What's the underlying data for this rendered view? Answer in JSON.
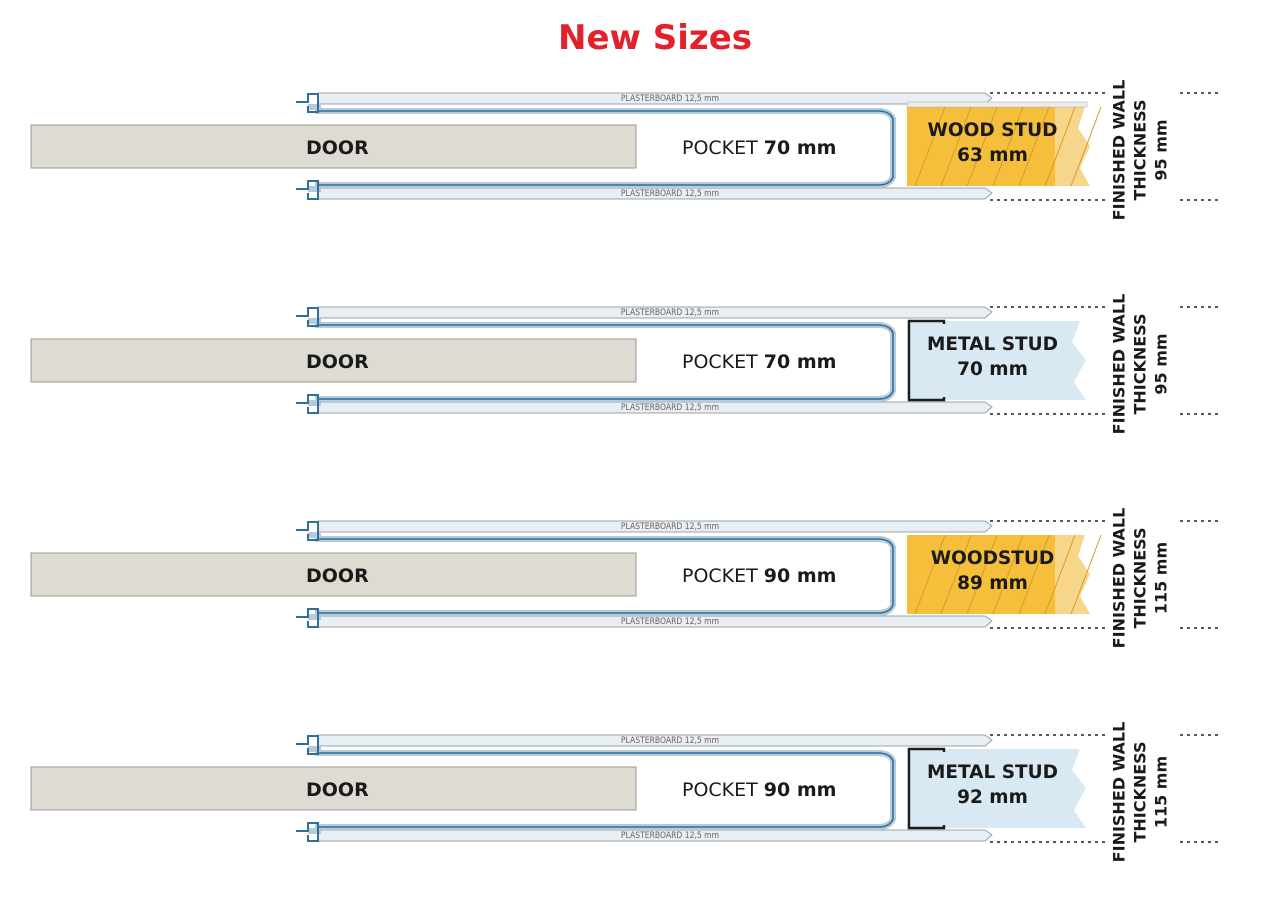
{
  "title": "New Sizes",
  "colors": {
    "title": "#e3212b",
    "door": "#dedbd3",
    "plasterboard": "#e9eef2",
    "profile": "#2f6f9a",
    "wood_stud": "#f5bf3c",
    "metal_stud": "#d8e9f4"
  },
  "sections": [
    {
      "door_label": "DOOR",
      "pocket_word": "POCKET",
      "pocket_size": "70 mm",
      "plasterboard_top": "PLASTERBOARD 12,5 mm",
      "plasterboard_bottom": "PLASTERBOARD 12,5 mm",
      "stud_type": "wood",
      "stud_line1": "WOOD STUD",
      "stud_line2": "63 mm",
      "fwt_line1": "FINISHED WALL",
      "fwt_line2": "THICKNESS",
      "fwt_line3": "95 mm"
    },
    {
      "door_label": "DOOR",
      "pocket_word": "POCKET",
      "pocket_size": "70 mm",
      "plasterboard_top": "PLASTERBOARD 12,5 mm",
      "plasterboard_bottom": "PLASTERBOARD 12,5 mm",
      "stud_type": "metal",
      "stud_line1": "METAL STUD",
      "stud_line2": "70 mm",
      "fwt_line1": "FINISHED WALL",
      "fwt_line2": "THICKNESS",
      "fwt_line3": "95 mm"
    },
    {
      "door_label": "DOOR",
      "pocket_word": "POCKET",
      "pocket_size": "90 mm",
      "plasterboard_top": "PLASTERBOARD 12,5 mm",
      "plasterboard_bottom": "PLASTERBOARD 12,5 mm",
      "stud_type": "wood",
      "stud_line1": "WOODSTUD",
      "stud_line2": "89 mm",
      "fwt_line1": "FINISHED WALL",
      "fwt_line2": "THICKNESS",
      "fwt_line3": "115 mm"
    },
    {
      "door_label": "DOOR",
      "pocket_word": "POCKET",
      "pocket_size": "90 mm",
      "plasterboard_top": "PLASTERBOARD 12,5 mm",
      "plasterboard_bottom": "PLASTERBOARD 12,5 mm",
      "stud_type": "metal",
      "stud_line1": "METAL STUD",
      "stud_line2": "92 mm",
      "fwt_line1": "FINISHED WALL",
      "fwt_line2": "THICKNESS",
      "fwt_line3": "115 mm"
    }
  ]
}
